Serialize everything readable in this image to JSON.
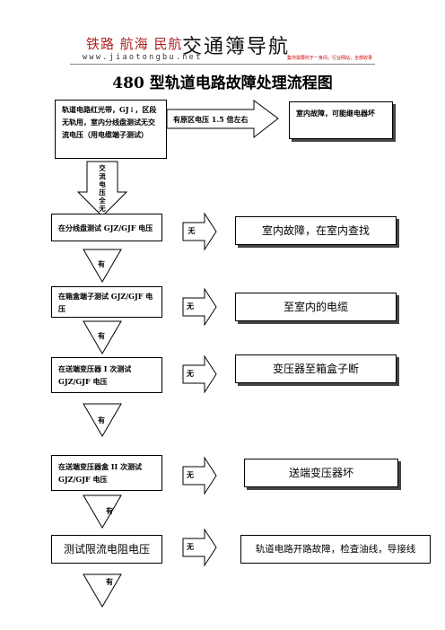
{
  "header": {
    "logo_left": "铁路 航海 民航",
    "logo_right": "交通簿导航",
    "url": "www.jiaotongbu.net",
    "slogan": "集你需要的于一身间，行业网站，全部收录"
  },
  "title": "480 型轨道电路故障处理流程图",
  "flow": {
    "start_box": "轨道电路红光带，GJ↓，区段无轨用，室内分线盘测试无交流电压（用电缆端子测试）",
    "mid_label": "有原区电压 1.5 倍左右",
    "indoor_relay_box": "室内故障，可能继电器坏",
    "down_label_1": [
      "交",
      "流",
      "电",
      "压",
      "全",
      "无"
    ],
    "step1": "在分线盘测试 GJZ/GJF 电压",
    "step2": "在箱盒端子测试 GJZ/GJF 电压",
    "step3": "在送端变压器 I 次测试 GJZ/GJF 电压",
    "step4": "在送端变压器盒 II 次测试 GJZ/GJF 电压",
    "step5": "测试限流电阻电压",
    "no_label": "无",
    "yes_label": "有",
    "result1": "室内故障，在室内查找",
    "result2": "至室内的电缆",
    "result3": "变压器至箱盒子断",
    "result4": "送端变压器坏",
    "result5": "轨道电路开路故障，检查油线，导接线"
  }
}
